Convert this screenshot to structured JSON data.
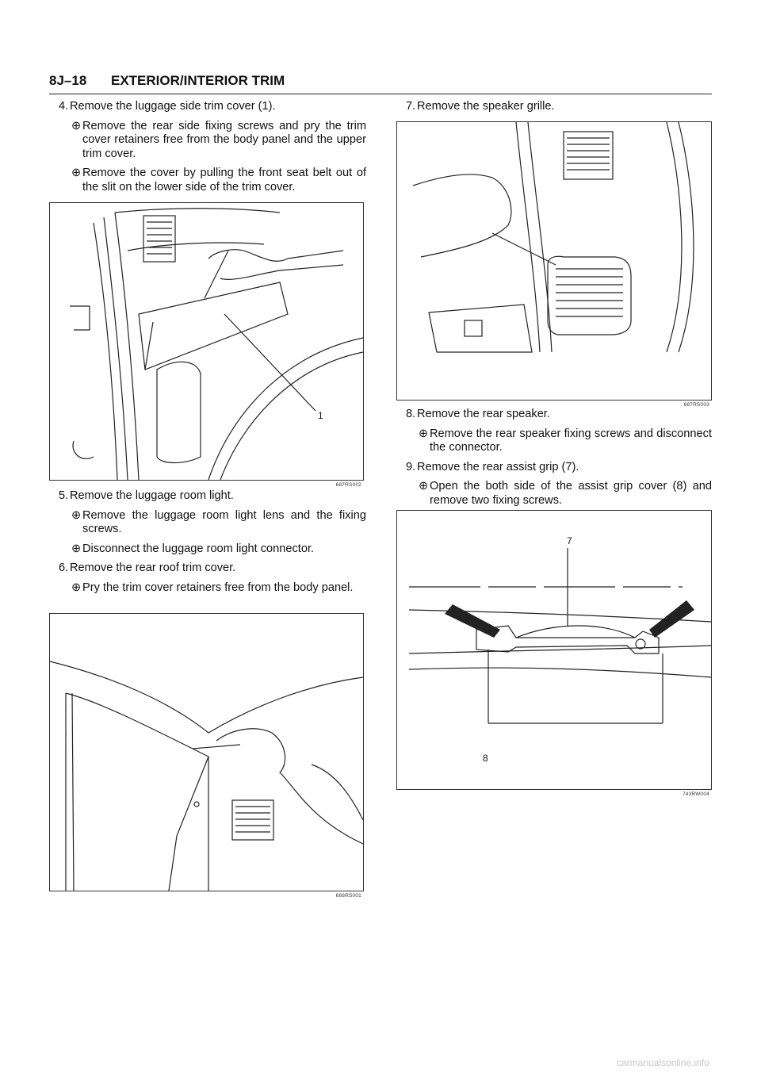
{
  "header": {
    "section_number": "8J–18",
    "section_title": "EXTERIOR/INTERIOR TRIM"
  },
  "left": {
    "step4": {
      "num": "4.",
      "text": "Remove the luggage side trim cover (1).",
      "bullets": [
        "Remove the rear side fixing screws and pry the trim cover retainers free from the body panel and the upper trim cover.",
        "Remove the cover by pulling the front seat belt out of the slit on the lower side of the trim cover."
      ]
    },
    "step5": {
      "num": "5.",
      "text": "Remove the luggage room light.",
      "bullets": [
        "Remove the luggage room light lens and the fixing screws.",
        "Disconnect the luggage room light connector."
      ]
    },
    "step6": {
      "num": "6.",
      "text": "Remove the rear roof trim cover.",
      "bullets": [
        "Pry the trim cover retainers free from the body panel."
      ]
    }
  },
  "right": {
    "step7": {
      "num": "7.",
      "text": "Remove the speaker grille."
    },
    "step8": {
      "num": "8.",
      "text": "Remove the rear speaker.",
      "bullets": [
        "Remove the rear speaker fixing screws and disconnect the connector."
      ]
    },
    "step9": {
      "num": "9.",
      "text": "Remove the rear assist grip (7).",
      "bullets": [
        "Open the both side of the assist grip cover (8) and remove two fixing screws."
      ]
    }
  },
  "bullet_symbol": "⊕",
  "figures": {
    "fig1": {
      "code": "687RS002",
      "callout": "1"
    },
    "fig2": {
      "code": "666RS001"
    },
    "fig3": {
      "code": "687RS003"
    },
    "fig4": {
      "code": "743RW004",
      "callout_grip": "7",
      "callout_cover": "8"
    }
  },
  "footer": {
    "watermark": "carmanualsonline.info"
  }
}
